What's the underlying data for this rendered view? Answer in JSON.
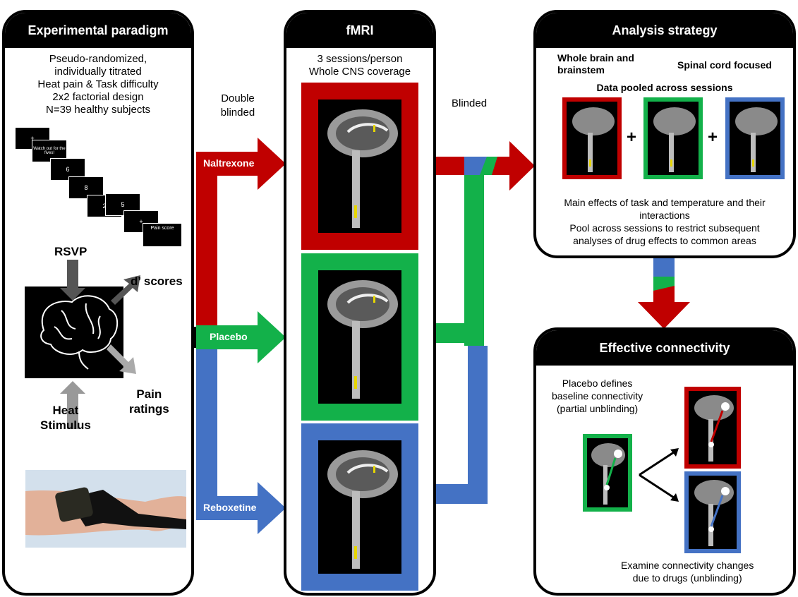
{
  "colors": {
    "naltrexone": "#c00000",
    "placebo": "#13b14a",
    "reboxetine": "#4472c4",
    "panel_border": "#000000"
  },
  "paradigm": {
    "title": "Experimental paradigm",
    "lines": [
      "Pseudo-randomized,",
      "individually titrated",
      "Heat pain & Task difficulty",
      "2x2 factorial design",
      "N=39 healthy subjects"
    ],
    "slides": [
      "+",
      "Watch out for the fives!",
      "6",
      "8",
      "2",
      "5",
      "+",
      "Pain score"
    ],
    "rsvp": "RSVP",
    "dprime": "d’ scores",
    "heat": [
      "Heat",
      "Stimulus"
    ],
    "pain": [
      "Pain",
      "ratings"
    ],
    "photo_icon": "arm-thermode-photo"
  },
  "flow": {
    "double_blinded": [
      "Double",
      "blinded"
    ],
    "blinded": "Blinded",
    "drugs": [
      "Naltrexone",
      "Placebo",
      "Reboxetine"
    ]
  },
  "fmri": {
    "title": "fMRI",
    "lines": [
      "3 sessions/person",
      "Whole CNS coverage"
    ]
  },
  "analysis": {
    "title": "Analysis strategy",
    "col_left": [
      "Whole brain and",
      "brainstem"
    ],
    "col_right": "Spinal cord focused",
    "pooled": "Data pooled across sessions",
    "plus": "+",
    "desc": [
      "Main effects of task and temperature and their",
      "interactions",
      "Pool across sessions to restrict subsequent",
      "analyses of drug effects to common areas"
    ]
  },
  "connectivity": {
    "title": "Effective connectivity",
    "placebo_text": [
      "Placebo defines",
      "baseline connectivity",
      "(partial unblinding)"
    ],
    "examine_text": [
      "Examine connectivity changes",
      "due to drugs (unblinding)"
    ]
  }
}
